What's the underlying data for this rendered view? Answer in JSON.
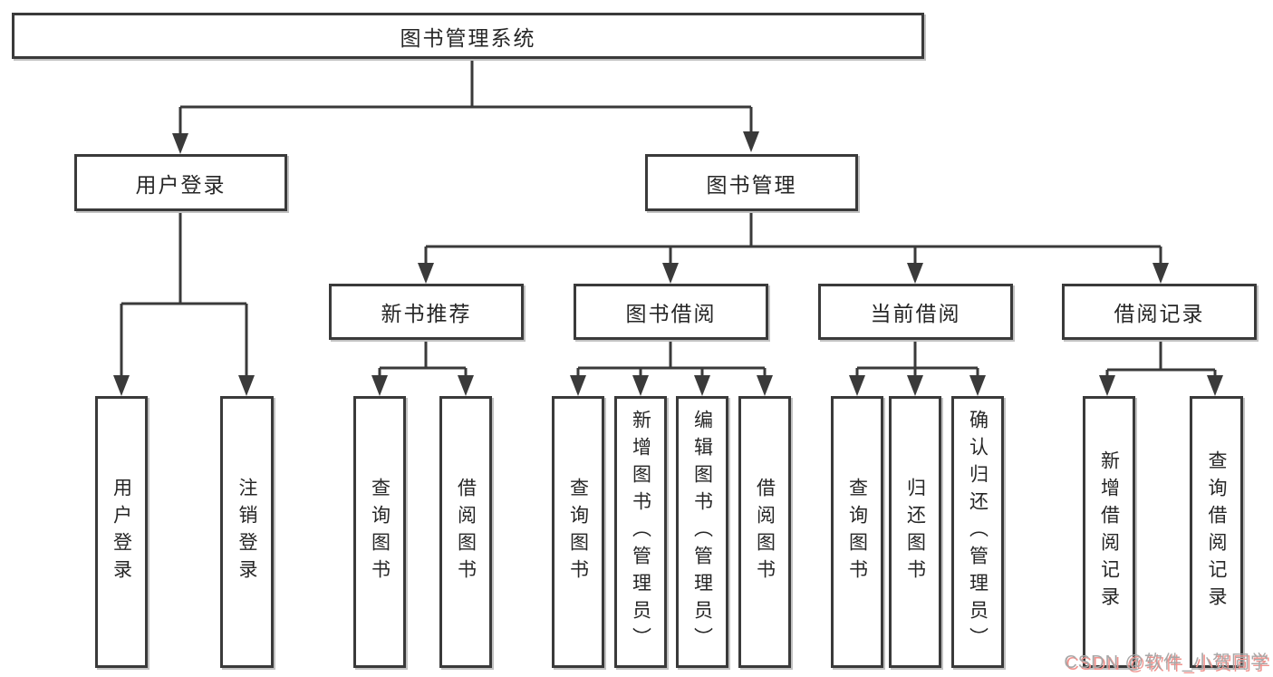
{
  "diagram": {
    "title_node": {
      "label": "图书管理系统"
    },
    "colors": {
      "line": "#3a3a3a",
      "arrow_fill": "#3a3a3a",
      "box_border": "#3a3a3a",
      "text": "#262626",
      "watermark_gray": "#a7a7a7",
      "watermark_red": "#f0938e"
    },
    "level2": [
      {
        "label": "用户登录",
        "children": [
          "用户登录",
          "注销登录"
        ]
      },
      {
        "label": "图书管理"
      }
    ],
    "level3": [
      {
        "label": "新书推荐",
        "children": [
          "查询图书",
          "借阅图书"
        ]
      },
      {
        "label": "图书借阅",
        "children": [
          "查询图书",
          "新增图书（管理员）",
          "编辑图书（管理员）",
          "借阅图书"
        ]
      },
      {
        "label": "当前借阅",
        "children": [
          "查询图书",
          "归还图书",
          "确认归还（管理员）"
        ]
      },
      {
        "label": "借阅记录",
        "children": [
          "新增借阅记录",
          "查询借阅记录"
        ]
      }
    ],
    "watermark": "CSDN @软件_小贺同学"
  }
}
